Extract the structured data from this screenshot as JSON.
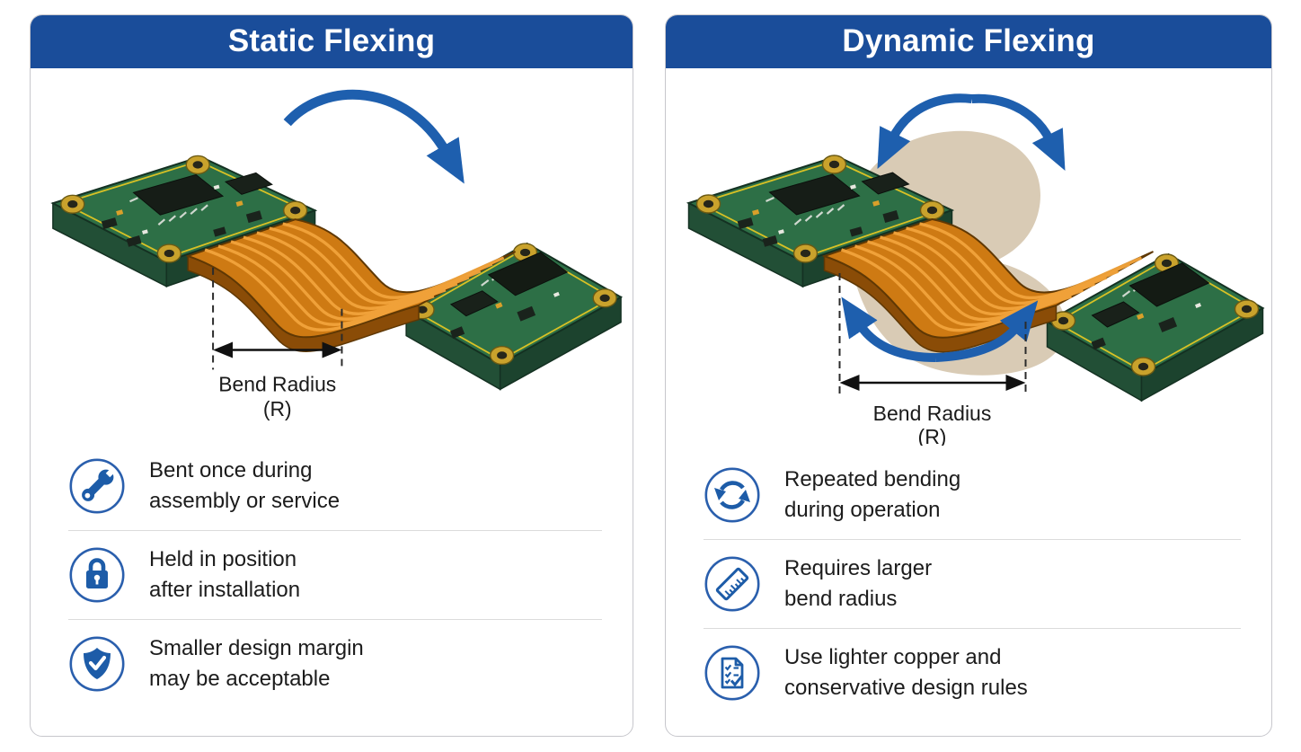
{
  "colors": {
    "header_bg": "#1a4d9a",
    "accent_blue": "#1d5ca8",
    "arrow_blue": "#1e5fae",
    "pcb_green": "#2d6f46",
    "pcb_green_dark": "#224f36",
    "flex_orange": "#ce7a13",
    "flex_stripe": "#f2a43c",
    "gold": "#c9a22c",
    "ghost_sweep": "#d7c8b1",
    "divider": "#dcdcdc",
    "text": "#1c1c1c"
  },
  "panels": [
    {
      "title": "Static Flexing",
      "bend_radius_label": "Bend Radius",
      "bend_radius_symbol": "(R)",
      "bullets": [
        {
          "icon": "wrench-icon",
          "text": "Bent once during\nassembly or service"
        },
        {
          "icon": "lock-icon",
          "text": "Held in position\nafter installation"
        },
        {
          "icon": "shield-check-icon",
          "text": "Smaller design margin\nmay be acceptable"
        }
      ]
    },
    {
      "title": "Dynamic Flexing",
      "bend_radius_label": "Bend Radius",
      "bend_radius_symbol": "(R)",
      "bullets": [
        {
          "icon": "sync-arrows-icon",
          "text": "Repeated bending\nduring operation"
        },
        {
          "icon": "ruler-icon",
          "text": "Requires larger\nbend radius"
        },
        {
          "icon": "checklist-icon",
          "text": "Use lighter copper and\nconservative design rules"
        }
      ]
    }
  ]
}
